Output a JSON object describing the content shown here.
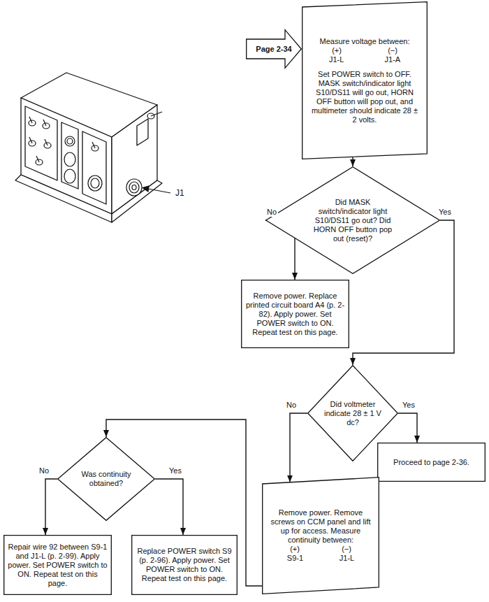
{
  "diagram": {
    "nodes": [
      {
        "text": [
          "Page 2-34"
        ]
      },
      {
        "text": [
          "Measure voltage between:",
          "(+)",
          "(−)",
          "J1-L",
          "J1-A",
          "Set POWER switch to OFF. MASK switch/indicator light S10/DS11 will go out, HORN OFF button will pop out, and multimeter should indicate 28 ± 2 volts."
        ]
      },
      {
        "text": [
          "Did MASK switch/indicator light S10/DS11 go out? Did HORN OFF button pop out (reset)?"
        ]
      },
      {
        "text": [
          "Remove power. Replace printed circuit board A4 (p. 2-82). Apply power. Set POWER switch to ON. Repeat test on this page."
        ]
      },
      {
        "text": [
          "Did voltmeter indicate 28 ± 1 V dc?"
        ]
      },
      {
        "text": [
          "Proceed to page 2-36."
        ]
      },
      {
        "text": [
          "Remove power. Remove screws on CCM panel and lift up for access. Measure continuity between:",
          "(+)",
          "(−)",
          "S9-1",
          "J1-L"
        ]
      },
      {
        "text": [
          "Was continuity obtained?"
        ]
      },
      {
        "text": [
          "Repair wire 92 between S9-1 and J1-L (p. 2-99). Apply power. Set POWER switch to ON. Repeat test on this page."
        ]
      },
      {
        "text": [
          "Replace POWER switch S9 (p. 2-96). Apply power. Set POWER switch to ON. Repeat test on this page."
        ]
      }
    ],
    "edges": [
      {
        "from": 1,
        "to": 2,
        "arrow": "to"
      },
      {
        "from": 2,
        "to": 3,
        "label": "No",
        "arrow": "to"
      },
      {
        "from": 2,
        "to": 4,
        "label": "Yes",
        "arrow": "to"
      },
      {
        "from": 4,
        "to": 6,
        "label": "No",
        "arrow": "to"
      },
      {
        "from": 4,
        "to": 5,
        "label": "Yes",
        "arrow": "to"
      },
      {
        "from": 6,
        "to": 7,
        "arrow": "to"
      },
      {
        "from": 7,
        "to": 8,
        "label": "No",
        "arrow": "to"
      },
      {
        "from": 7,
        "to": 9,
        "label": "Yes",
        "arrow": "to"
      }
    ],
    "labels": [
      "J1"
    ]
  }
}
